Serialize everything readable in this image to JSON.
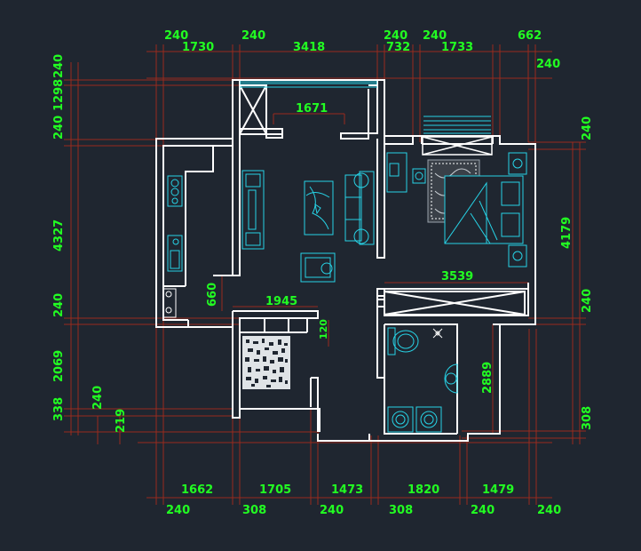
{
  "colors": {
    "background": "#1f2630",
    "wall": "#ffffff",
    "dimension_text": "#22ff22",
    "dimension_line": "#9a2b1e",
    "furniture": "#27d3e6",
    "fixture_gray": "#9aa3ad"
  },
  "dimensions": {
    "top_row1": [
      "240",
      "240",
      "240",
      "240",
      "662"
    ],
    "top_row2": [
      "1730",
      "3418",
      "732",
      "1733"
    ],
    "top_right": "240",
    "left_col": [
      "240",
      "1298",
      "240",
      "4327",
      "240",
      "2069",
      "338",
      "240",
      "219"
    ],
    "right_col": [
      "240",
      "4179",
      "240",
      "308"
    ],
    "bottom_row1": [
      "1662",
      "1705",
      "1473",
      "1820",
      "1479"
    ],
    "bottom_row2": [
      "240",
      "308",
      "240",
      "308",
      "240",
      "240"
    ],
    "interior": [
      "1671",
      "3539",
      "1945",
      "660",
      "120",
      "2889"
    ]
  }
}
